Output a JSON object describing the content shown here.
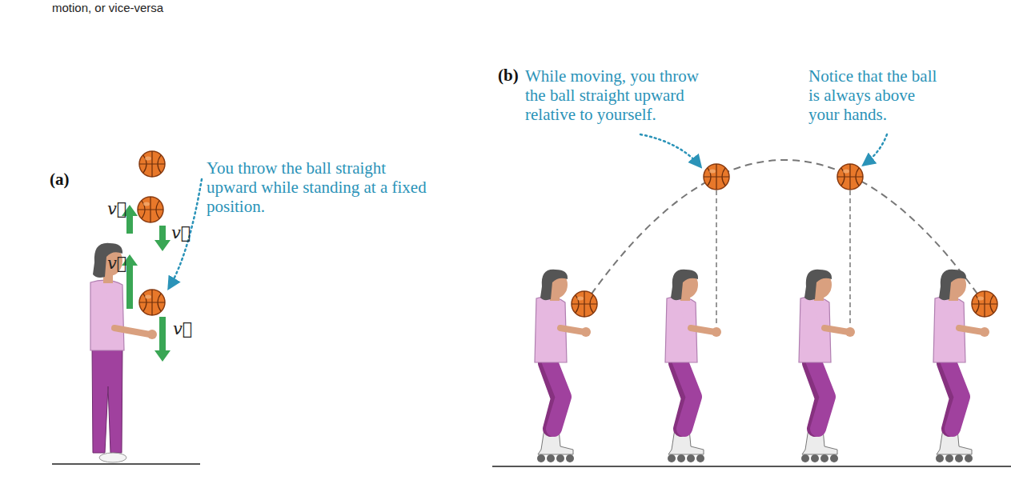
{
  "diagram": {
    "labels": [
      "motion, or vice-versa",
      "(a)",
      "(b)",
      "You throw the ball straight upward while standing at a fixed position.",
      "While moving, you throw the ball straight upward relative to yourself.",
      "Notice that the ball is always above your hands.",
      "v⃗",
      "v⃗",
      "v⃗",
      "v⃗"
    ]
  }
}
